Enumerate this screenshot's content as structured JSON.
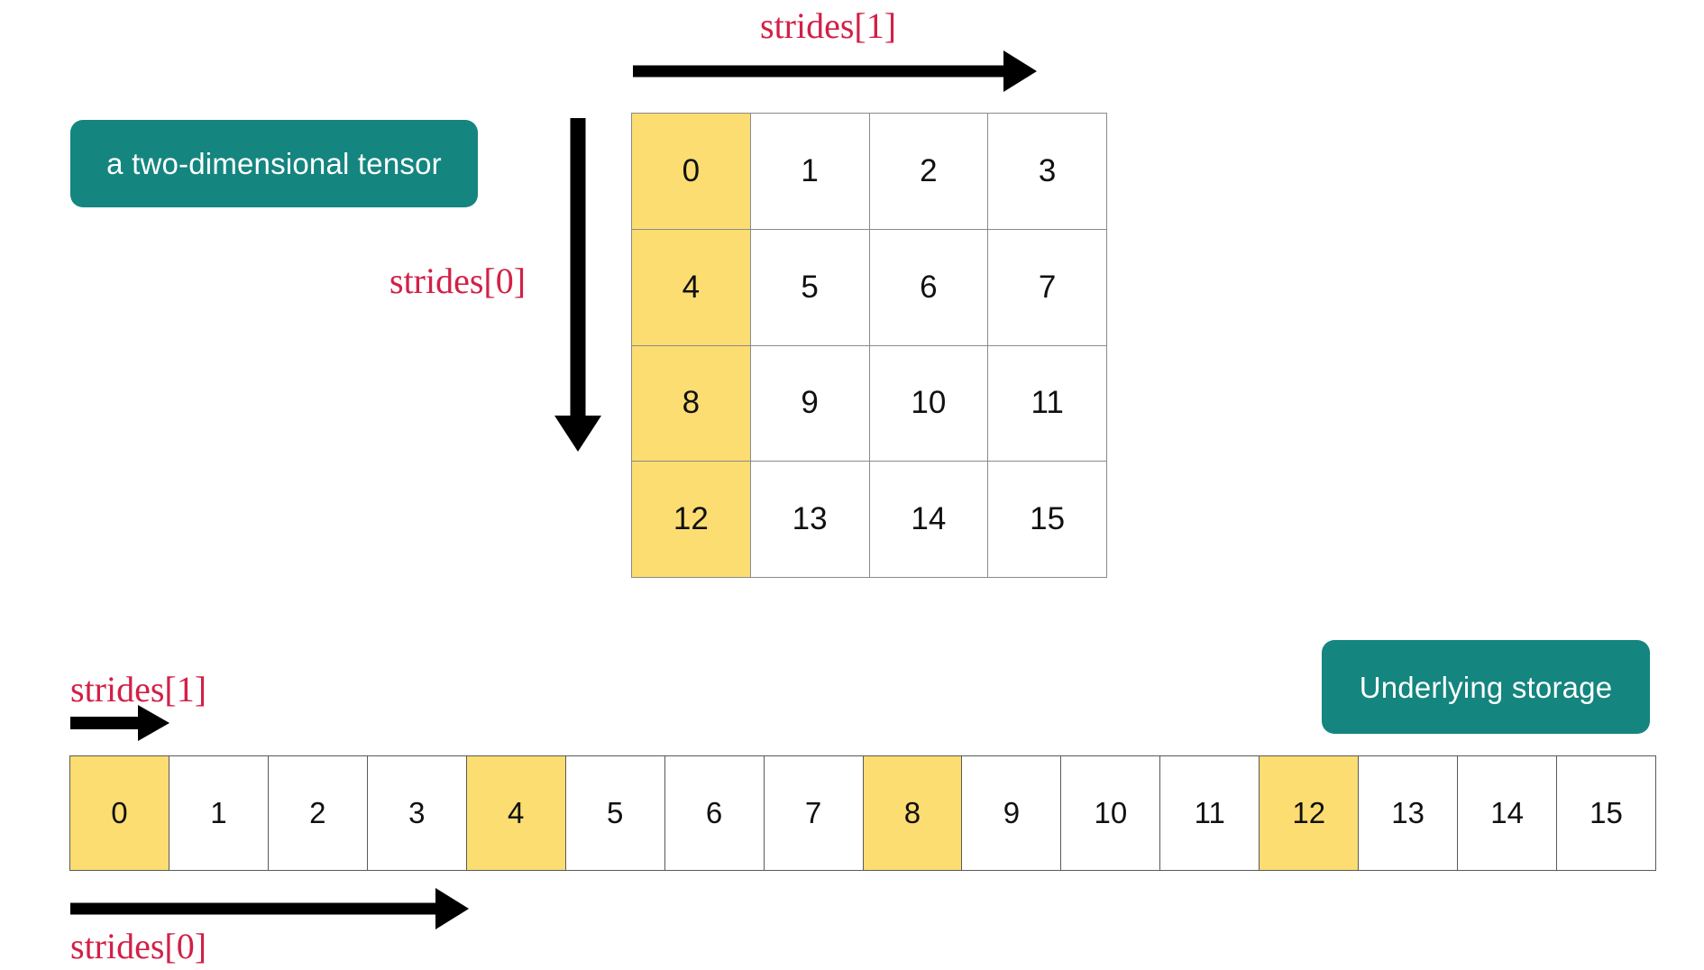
{
  "diagram": {
    "title_badges": {
      "tensor": "a two-dimensional tensor",
      "storage": "Underlying storage"
    },
    "labels": {
      "strides1_top": "strides[1]",
      "strides0_left": "strides[0]",
      "strides1_bottom": "strides[1]",
      "strides0_bottom": "strides[0]"
    },
    "colors": {
      "badge_teal": "#14857F",
      "label_red": "#D22047",
      "highlight_yellow": "#FBDD72",
      "cell_white": "#FFFFFF",
      "arrow_black": "#000000",
      "grid_border": "#8A8A8A"
    },
    "tensor_grid": {
      "rows": 4,
      "cols": 4,
      "highlight_column": 0,
      "values": [
        [
          {
            "text": "0",
            "highlight": true
          },
          {
            "text": "1",
            "highlight": false
          },
          {
            "text": "2",
            "highlight": false
          },
          {
            "text": "3",
            "highlight": false
          }
        ],
        [
          {
            "text": "4",
            "highlight": true
          },
          {
            "text": "5",
            "highlight": false
          },
          {
            "text": "6",
            "highlight": false
          },
          {
            "text": "7",
            "highlight": false
          }
        ],
        [
          {
            "text": "8",
            "highlight": true
          },
          {
            "text": "9",
            "highlight": false
          },
          {
            "text": "10",
            "highlight": false
          },
          {
            "text": "11",
            "highlight": false
          }
        ],
        [
          {
            "text": "12",
            "highlight": true
          },
          {
            "text": "13",
            "highlight": false
          },
          {
            "text": "14",
            "highlight": false
          },
          {
            "text": "15",
            "highlight": false
          }
        ]
      ]
    },
    "storage_strip": {
      "length": 16,
      "highlighted_indices": [
        0,
        4,
        8,
        12
      ],
      "cells": [
        {
          "text": "0",
          "highlight": true
        },
        {
          "text": "1",
          "highlight": false
        },
        {
          "text": "2",
          "highlight": false
        },
        {
          "text": "3",
          "highlight": false
        },
        {
          "text": "4",
          "highlight": true
        },
        {
          "text": "5",
          "highlight": false
        },
        {
          "text": "6",
          "highlight": false
        },
        {
          "text": "7",
          "highlight": false
        },
        {
          "text": "8",
          "highlight": true
        },
        {
          "text": "9",
          "highlight": false
        },
        {
          "text": "10",
          "highlight": false
        },
        {
          "text": "11",
          "highlight": false
        },
        {
          "text": "12",
          "highlight": true
        },
        {
          "text": "13",
          "highlight": false
        },
        {
          "text": "14",
          "highlight": false
        },
        {
          "text": "15",
          "highlight": false
        }
      ]
    }
  }
}
